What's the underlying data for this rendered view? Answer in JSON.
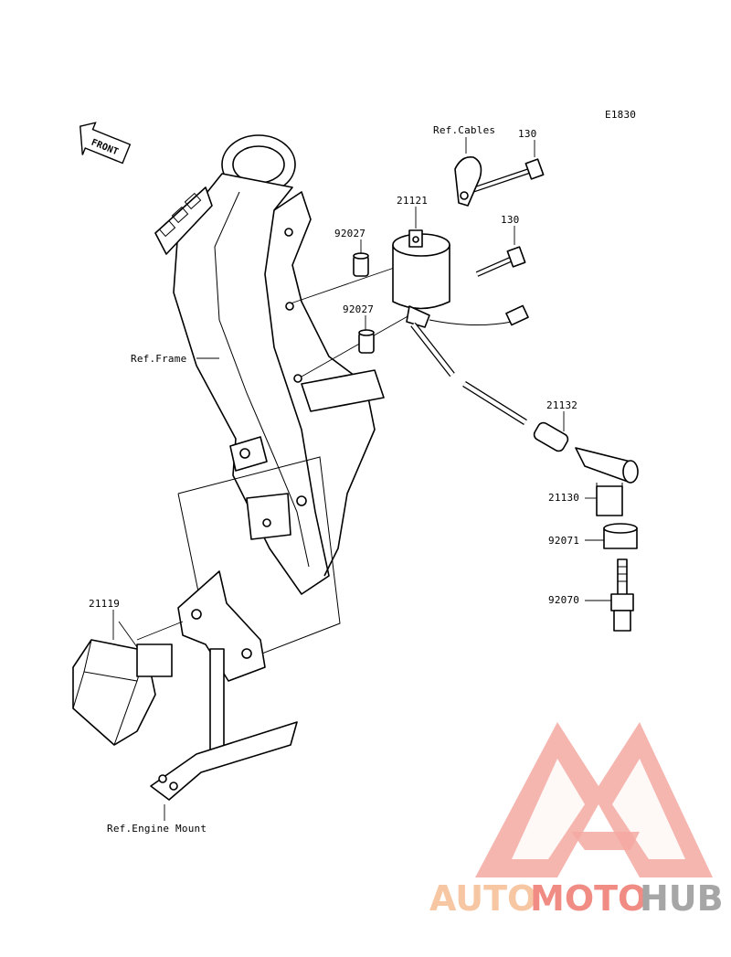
{
  "diagram": {
    "code": "E1830",
    "front_arrow_label": "FRONT",
    "callouts": {
      "ref_cables": "Ref.Cables",
      "bolt_upper": "130",
      "coil": "21121",
      "bolt_lower": "130",
      "collar_upper": "92027",
      "collar_lower": "92027",
      "ref_frame": "Ref.Frame",
      "plug_terminal": "21132",
      "plug_cap": "21130",
      "seal": "92071",
      "spark_plug": "92070",
      "igniter": "21119",
      "ref_engine_mount": "Ref.Engine Mount"
    }
  },
  "watermark": {
    "part1": "AUTO",
    "part2": "MOTO",
    "part3": "HUB",
    "color_light": "#f7c6a3",
    "color_red": "#f08c84",
    "color_gray": "#a6a6a6"
  }
}
